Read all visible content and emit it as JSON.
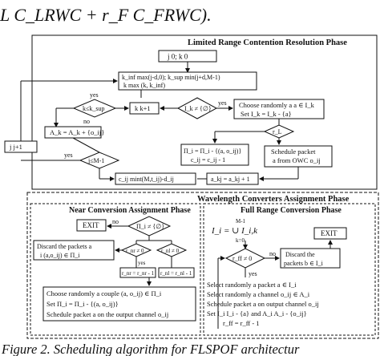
{
  "top_formula": "L C_LRWC + r_F C_FRWC).",
  "caption": "Figure 2. Scheduling algorithm for FLSPOF architectur",
  "lrcr": {
    "title": "Limited Range Contention Resolution Phase",
    "init": "j 0; k 0",
    "inf_sup_1": "k_inf max(j-d,0); k_sup min(j+d,M-1)",
    "kmax": "k max (k, k_inf)",
    "k_le_ksup": "k≤k_sup",
    "k_inc": "k k+1",
    "cond_empty": "I_k ≠ {∅}",
    "choose": "Choose randomly a a ∈ I_k",
    "set": "Set I_k = I_k - {a}",
    "r_dec": "r_L",
    "a_upd": "A_k = A_k + {o_ij}",
    "j_inc": "j j+1",
    "j_cond": "j≤M-1",
    "pi_upd": "Π_i = Π_i - {(a, o_ij)}",
    "c_dec": "c_ij = c_ij - 1",
    "cij": "c_ij mint(M,t_ij)-d_ij",
    "sched": "Schedule packet",
    "sched2": "a from OWC o_ij",
    "akj": "a_kj = a_kj + 1",
    "yes": "yes",
    "no": "no"
  },
  "wca": {
    "title": "Wavelength Converters Assignment Phase"
  },
  "nca": {
    "title": "Near Conversion Assignment Phase",
    "exit": "EXIT",
    "cond_pi": "Π_i ≠ {∅}",
    "discard1": "Discard the packets a",
    "discard2": "i (a,o_ij) ∈ Π_i",
    "r_nr": "r_nr ≠ 0",
    "r_nl": "r_nl ≠ 0",
    "r_nr_dec": "r_nr = r_nr - 1",
    "r_nl_dec": "r_nl = r_nl - 1",
    "choose": "Choose randomly a couple (a, o_ij) ∈ Π_i",
    "set": "Set Π_i = Π_i - {(a, o_ij)}",
    "sched": "Schedule packet a on the output channel o_ij",
    "yes": "yes",
    "no": "no"
  },
  "frc": {
    "title": "Full Range Conversion Phase",
    "union": "I_i = ∪ I_i,k",
    "union_top": "M-1",
    "union_bot": "k=0",
    "exit": "EXIT",
    "cond": "r_ff ≠ 0",
    "discard1": "Discard the",
    "discard2": "packets b ∈ I_i",
    "sel1": "Select randomly a packet a ∈ I_i",
    "sel2": "Select randomly a channel o_ij ∈ A_i",
    "sched": "Schedule packet a on output channel o_ij",
    "set": "Set I_i  I_i - {a} and A_i  A_i - {o_ij}",
    "dec": "r_ff = r_ff - 1",
    "yes": "yes",
    "no": "no"
  }
}
